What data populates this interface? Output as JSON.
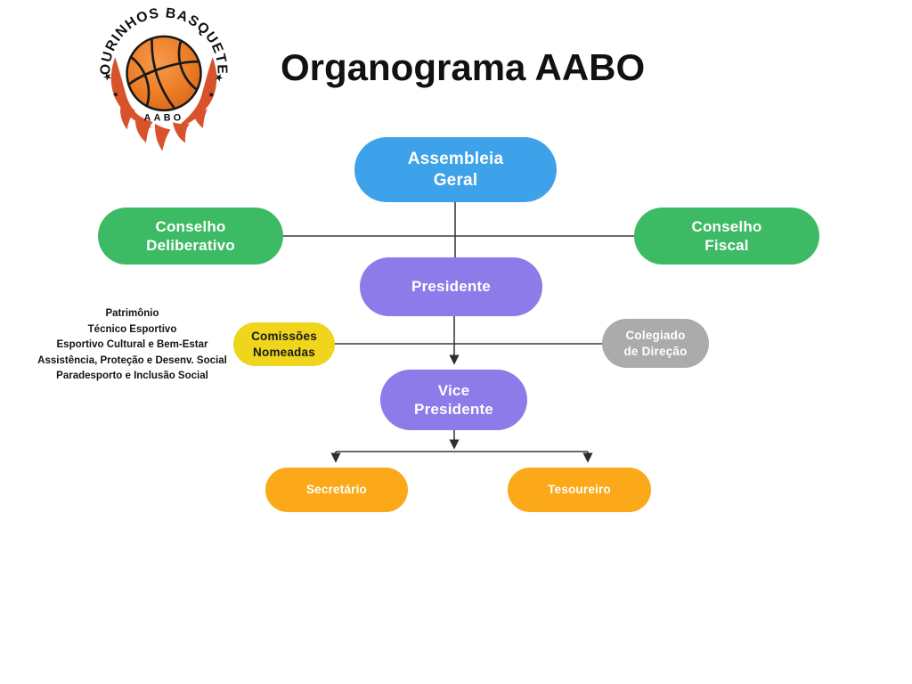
{
  "header": {
    "title": "Organograma AABO"
  },
  "logo": {
    "arc_text": "OURINHOS BASQUETE",
    "acronym": "AABO",
    "colors": {
      "flame": "#D8522C",
      "ball": "#EC7D26",
      "line": "#181818",
      "text": "#111111"
    }
  },
  "org": {
    "nodes": {
      "assembleia": {
        "label": "Assembleia\nGeral",
        "bg": "#3DA2E9",
        "fg": "#FFFFFF"
      },
      "conselho_deliberativo": {
        "label": "Conselho\nDeliberativo",
        "bg": "#3DBA64",
        "fg": "#FFFFFF"
      },
      "conselho_fiscal": {
        "label": "Conselho\nFiscal",
        "bg": "#3DBA64",
        "fg": "#FFFFFF"
      },
      "presidente": {
        "label": "Presidente",
        "bg": "#8C7BE9",
        "fg": "#FFFFFF"
      },
      "comissoes": {
        "label": "Comissões\nNomeadas",
        "bg": "#EFD51C",
        "fg": "#1A1A1A"
      },
      "colegiado": {
        "label": "Colegiado\nde Direção",
        "bg": "#ABABAB",
        "fg": "#FFFFFF"
      },
      "vice": {
        "label": "Vice\nPresidente",
        "bg": "#8C7BE9",
        "fg": "#FFFFFF"
      },
      "secretario": {
        "label": "Secretário",
        "bg": "#FBA918",
        "fg": "#FFFFFF"
      },
      "tesoureiro": {
        "label": "Tesoureiro",
        "bg": "#FBA918",
        "fg": "#FFFFFF"
      }
    },
    "committees": [
      "Patrimônio",
      "Técnico Esportivo",
      "Esportivo Cultural e Bem-Estar",
      "Assistência, Proteção e Desenv. Social",
      "Paradesporto e Inclusão Social"
    ],
    "edges": [
      {
        "from": "assembleia",
        "to": "conselho_deliberativo",
        "arrow": false
      },
      {
        "from": "assembleia",
        "to": "conselho_fiscal",
        "arrow": false
      },
      {
        "from": "assembleia",
        "to": "presidente",
        "arrow": false
      },
      {
        "from": "presidente",
        "to": "comissoes",
        "arrow": false
      },
      {
        "from": "presidente",
        "to": "colegiado",
        "arrow": false
      },
      {
        "from": "presidente",
        "to": "vice",
        "arrow": true
      },
      {
        "from": "vice",
        "to": "secretario",
        "arrow": true
      },
      {
        "from": "vice",
        "to": "tesoureiro",
        "arrow": true
      }
    ]
  }
}
